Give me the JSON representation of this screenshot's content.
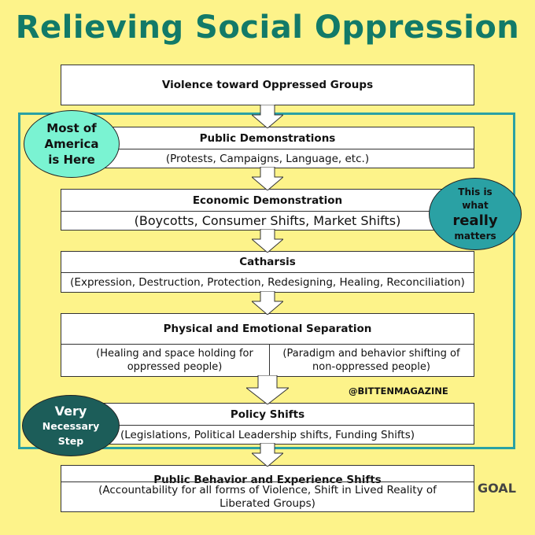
{
  "title": "Relieving Social Oppression",
  "steps": [
    {
      "title": "Violence toward Oppressed Groups"
    },
    {
      "title": "Public Demonstrations",
      "detail": "(Protests, Campaigns, Language, etc.)"
    },
    {
      "title": "Economic Demonstration",
      "detail": "(Boycotts, Consumer Shifts, Market Shifts)"
    },
    {
      "title": "Catharsis",
      "detail": "(Expression, Destruction, Protection, Redesigning, Healing, Reconciliation)"
    },
    {
      "title": "Physical and Emotional Separation",
      "detail_left": "(Healing and space holding for oppressed people)",
      "detail_right": "(Paradigm and behavior shifting of non-oppressed people)"
    },
    {
      "title": "Policy Shifts",
      "detail": "(Legislations, Political Leadership shifts, Funding Shifts)"
    },
    {
      "title": "Public Behavior and Experience Shifts",
      "detail": "(Accountability for all forms of Violence, Shift in Lived Reality of Liberated Groups)"
    }
  ],
  "callouts": {
    "most_america": {
      "line1": "Most of",
      "line2": "America",
      "line3": "is Here",
      "color": "#7af3d2"
    },
    "really_matters": {
      "line1": "This is",
      "line2": "what",
      "line3": "really",
      "line4": "matters",
      "color": "#2aa1a4"
    },
    "very_necessary": {
      "line1": "Very",
      "line2": "Necessary",
      "line3": "Step",
      "color": "#1c5d59"
    }
  },
  "handle": "@BITTENMAGAZINE",
  "goal_label": "GOAL",
  "colors": {
    "title": "#127a68",
    "frame": "#2aa1a4",
    "background": "#fdf38a"
  }
}
